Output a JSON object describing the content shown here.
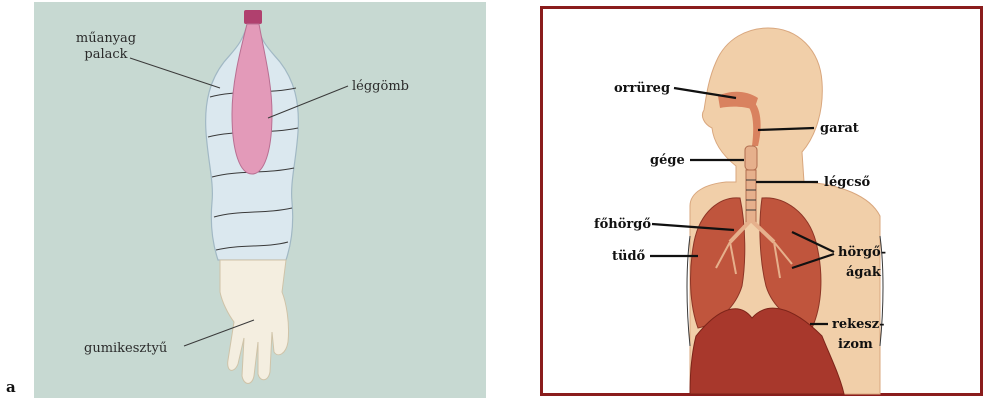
{
  "panel_letter": "a",
  "bottle_model": {
    "labels": {
      "bottle": [
        "műanyag",
        "palack"
      ],
      "balloon": "léggömb",
      "glove": "gumikesztyű"
    },
    "colors": {
      "background": "#c7d9d2",
      "cap": "#b0406e",
      "balloon": "#e39ab9",
      "bottle": "#dde9f1",
      "glove": "#f4eee0"
    }
  },
  "respiratory_system": {
    "labels": {
      "nasal_cavity": "orrüreg",
      "pharynx": "garat",
      "larynx": "gége",
      "trachea": "légcső",
      "main_bronchus": "főhörgő",
      "lung": "tüdő",
      "bronchial_branches": [
        "hörgő-",
        "ágak"
      ],
      "diaphragm": [
        "rekesz-",
        "izom"
      ]
    },
    "colors": {
      "frame": "#8a1c1c",
      "skin": "#f1cfa9",
      "lung": "#c0553d",
      "diaphragm": "#a8382c",
      "airway": "#d9825f"
    }
  }
}
